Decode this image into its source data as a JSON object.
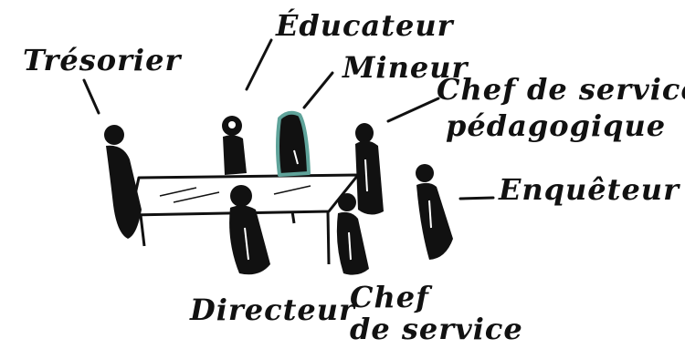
{
  "labels": {
    "tresorier": "Trésorier",
    "educateur": "Éducateur",
    "mineur": "Mineur",
    "chef_service_peda_line1": "Chef de service",
    "chef_service_peda_line2": "pédagogique",
    "enqueteur": "Enquêteur",
    "directeur": "Directeur",
    "chef_service_line1": "Chef",
    "chef_service_line2": "de service"
  },
  "colors": {
    "ink": "#111111",
    "highlight": "#5fa39a"
  }
}
